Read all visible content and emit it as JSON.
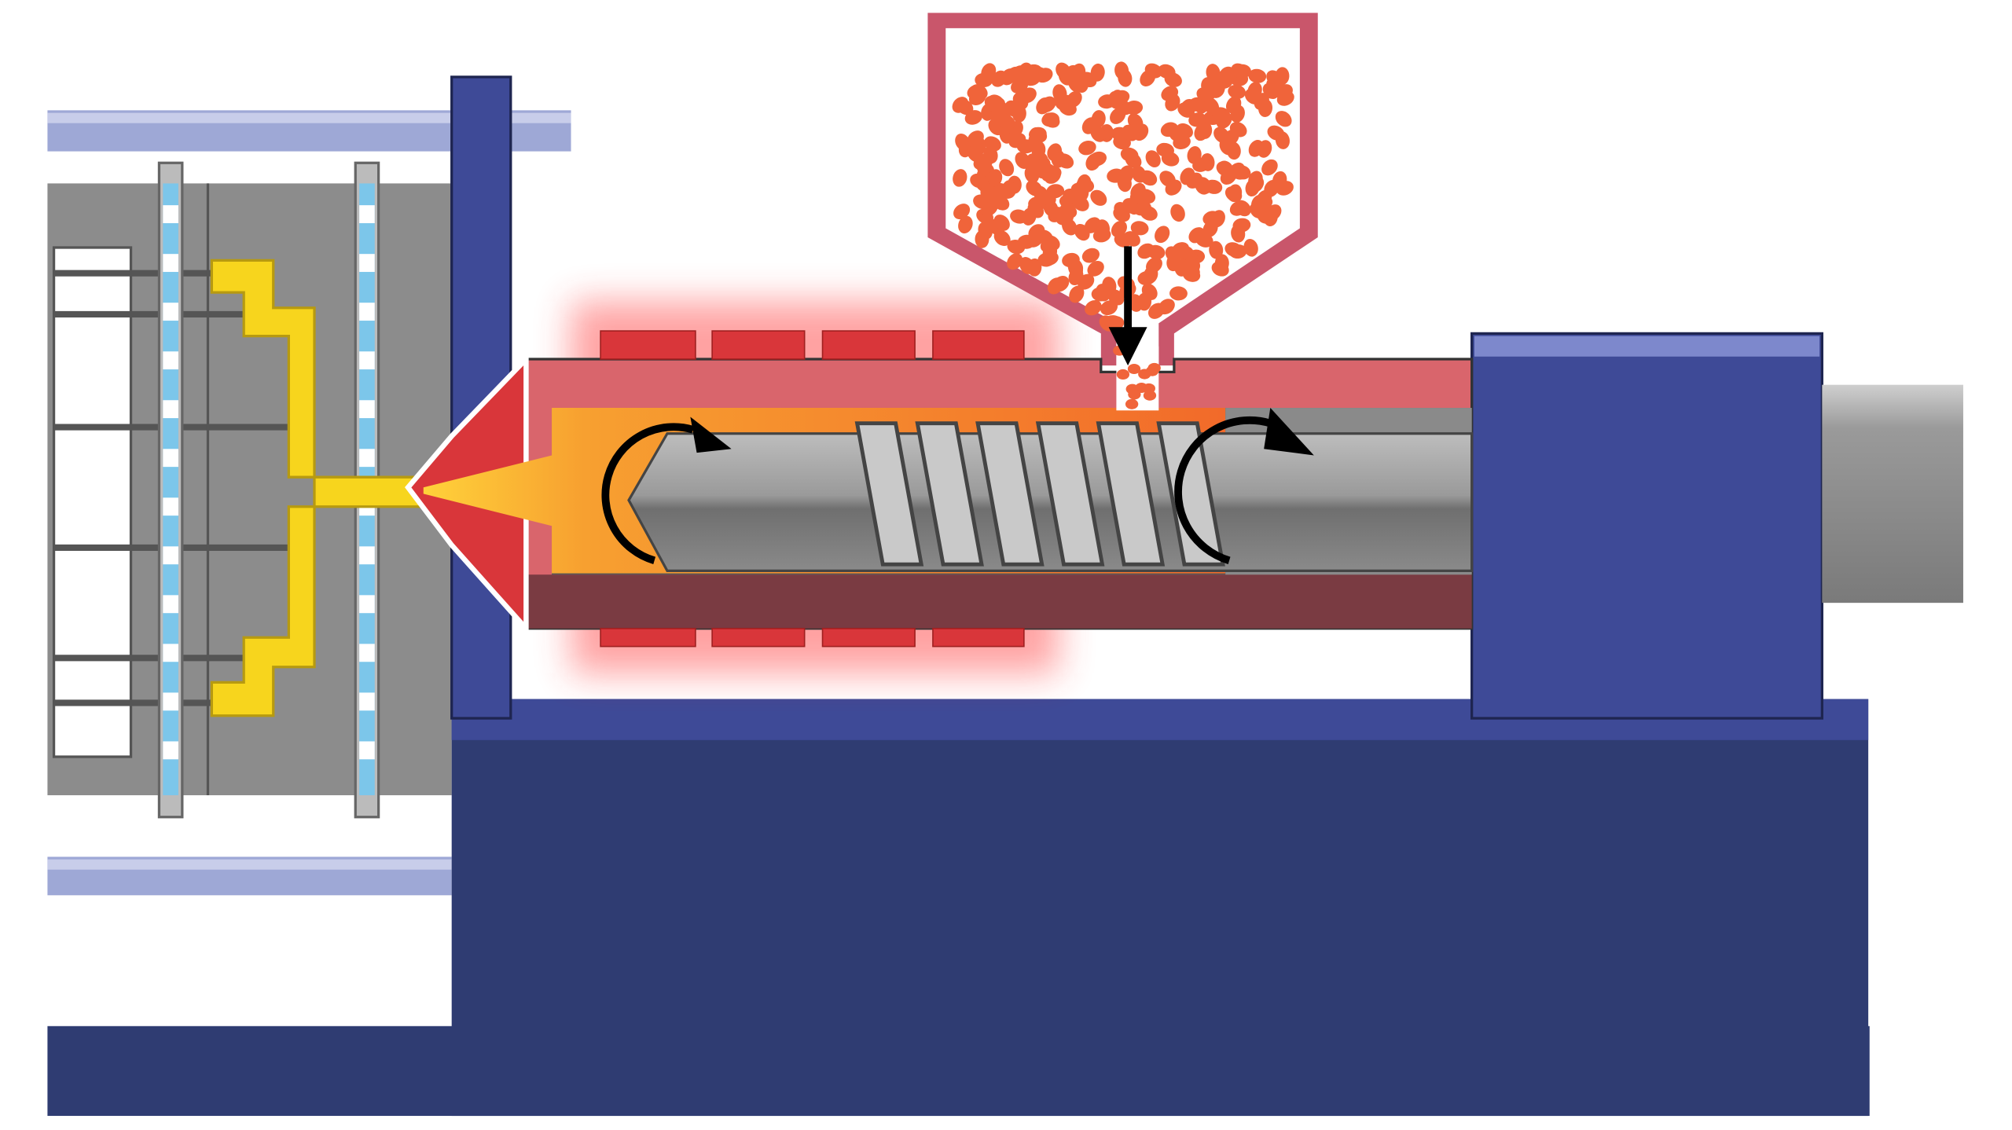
{
  "diagram": {
    "type": "injection-molding-machine-cross-section",
    "components": [
      "tie-bars",
      "mold",
      "ejector-pins",
      "runner",
      "platen",
      "nozzle",
      "barrel",
      "heater-bands",
      "screw",
      "hopper",
      "plastic-pellets",
      "machine-base",
      "drive-unit",
      "piston-rod"
    ],
    "icons": [
      "rotation-arrow-icon",
      "feed-arrow-down-icon"
    ],
    "colors": {
      "machine_blue": "#3e4a97",
      "base_dark_blue": "#2f3c72",
      "tie_bar": "#9ea8d6",
      "mold_gray": "#8c8c8c",
      "runner_yellow": "#f7d51d",
      "cooling_blue": "#7cc6ea",
      "barrel_red": "#d9656c",
      "barrel_shadow": "#7a3b42",
      "heater_red": "#d9363a",
      "melt_orange": "#f47a2c",
      "screw_gray": "#7d7d7d",
      "pellet_orange": "#f0643a",
      "hopper_red": "#c9566b"
    }
  }
}
